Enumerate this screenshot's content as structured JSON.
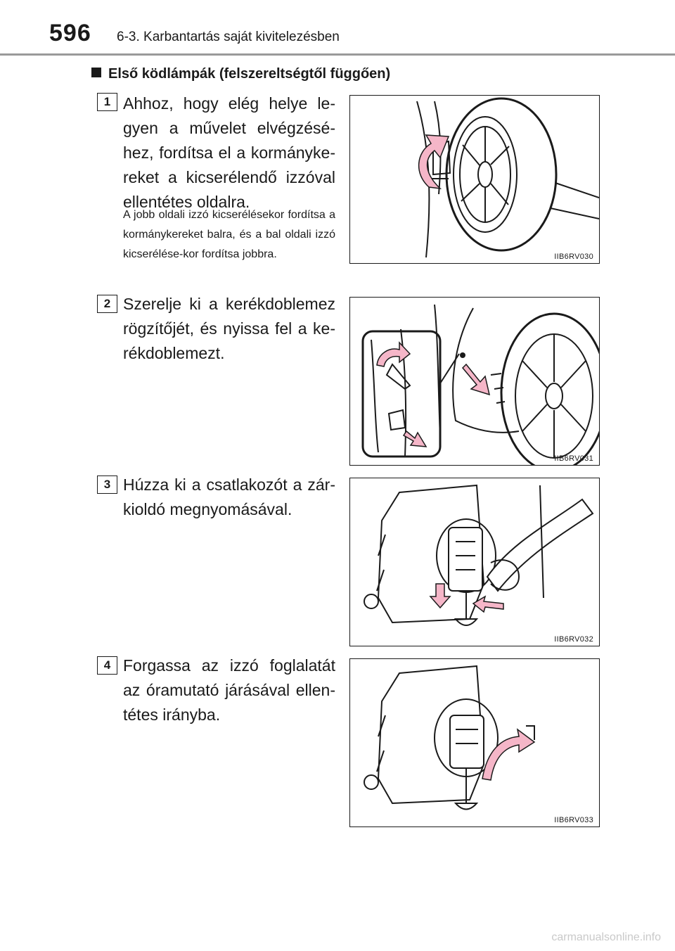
{
  "header": {
    "page_number": "596",
    "chapter_title": "6-3. Karbantartás saját kivitelezésben"
  },
  "section": {
    "heading": "Első ködlámpák (felszereltségtől függően)"
  },
  "steps": [
    {
      "number": "1",
      "text": "Ahhoz, hogy elég helye le-gyen a művelet elvégzésé-hez, fordítsa el a kormányke-reket a kicserélendő izzóval ellentétes oldalra.",
      "note": "A jobb oldali izzó kicserélésekor fordítsa a kormánykereket balra, és a bal oldali izzó kicserélése-kor fordítsa jobbra.",
      "figure_code": "IIB6RV030"
    },
    {
      "number": "2",
      "text": "Szerelje ki a kerékdoblemez rögzítőjét, és nyissa fel a ke-rékdoblemezt.",
      "figure_code": "IIB6RV031"
    },
    {
      "number": "3",
      "text": "Húzza ki a csatlakozót a zár-kioldó megnyomásával.",
      "figure_code": "IIB6RV032"
    },
    {
      "number": "4",
      "text": "Forgassa az izzó foglalatát az óramutató járásával ellen-tétes irányba.",
      "figure_code": "IIB6RV033"
    }
  ],
  "footer": {
    "watermark": "carmanualsonline.info"
  },
  "colors": {
    "arrow": "#f5b6c8",
    "line": "#1a1a1a",
    "rule": "#9a9a9a"
  }
}
